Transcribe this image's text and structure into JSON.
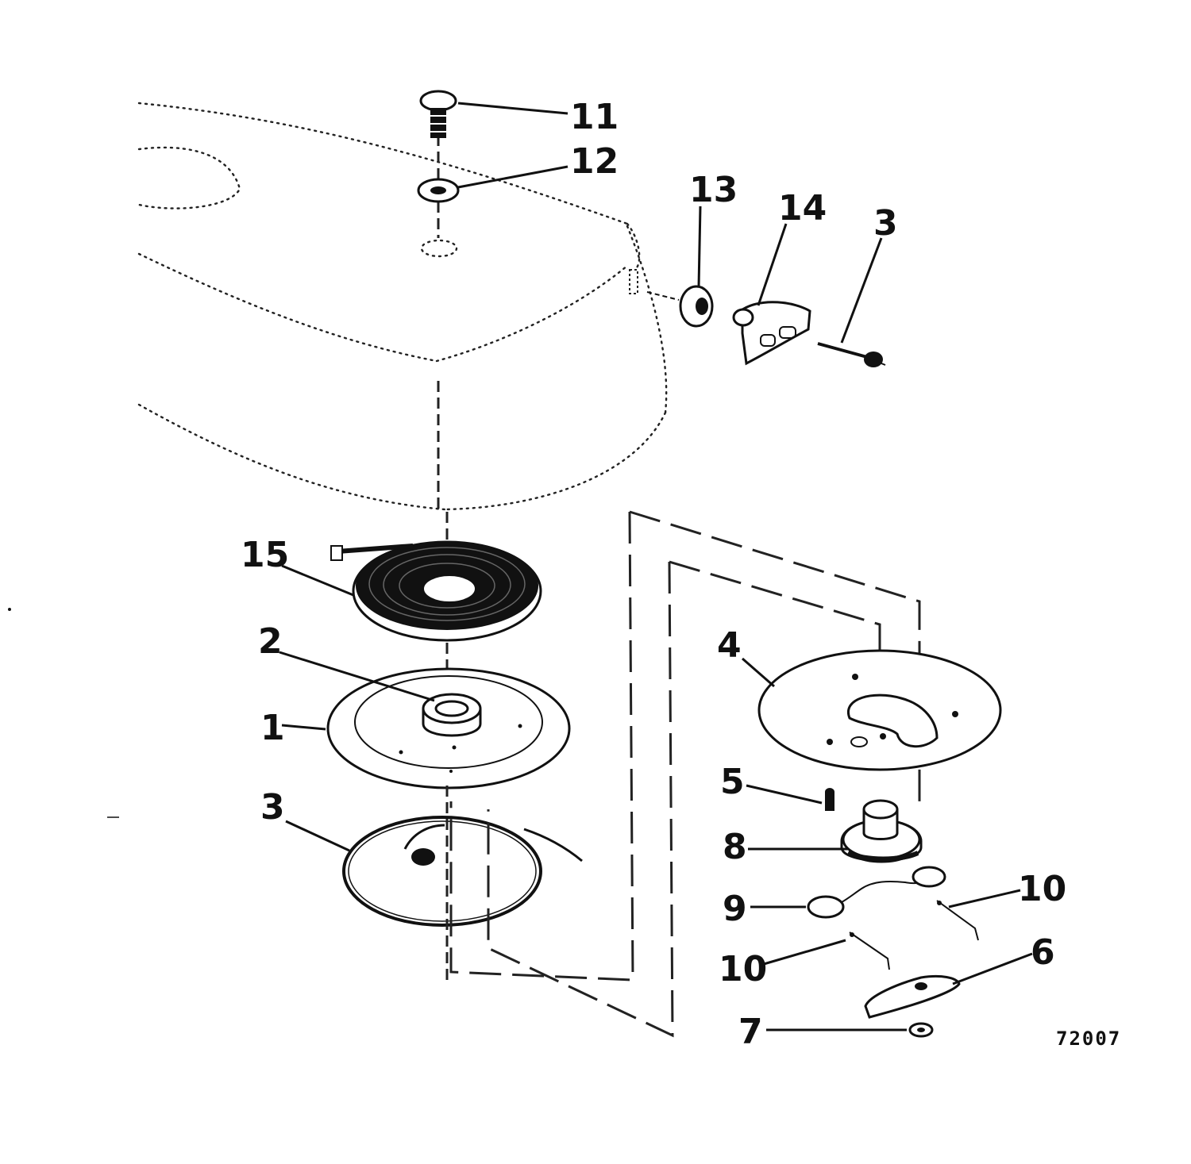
{
  "drawing": {
    "figure_number": "72007",
    "callouts": [
      {
        "id": "c11",
        "label": "11"
      },
      {
        "id": "c12",
        "label": "12"
      },
      {
        "id": "c13",
        "label": "13"
      },
      {
        "id": "c14",
        "label": "14"
      },
      {
        "id": "c3a",
        "label": "3"
      },
      {
        "id": "c15",
        "label": "15"
      },
      {
        "id": "c2",
        "label": "2"
      },
      {
        "id": "c1",
        "label": "1"
      },
      {
        "id": "c3b",
        "label": "3"
      },
      {
        "id": "c4",
        "label": "4"
      },
      {
        "id": "c5",
        "label": "5"
      },
      {
        "id": "c8",
        "label": "8"
      },
      {
        "id": "c9",
        "label": "9"
      },
      {
        "id": "c10a",
        "label": "10"
      },
      {
        "id": "c10b",
        "label": "10"
      },
      {
        "id": "c6",
        "label": "6"
      },
      {
        "id": "c7",
        "label": "7"
      }
    ]
  }
}
